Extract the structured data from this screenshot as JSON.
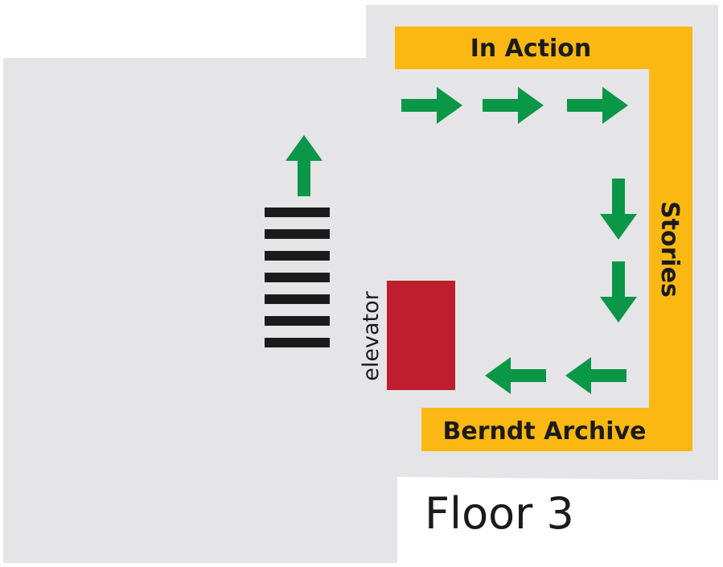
{
  "floor": {
    "title": "Floor 3"
  },
  "sections": {
    "in_action": "In Action",
    "stories": "Stories",
    "berndt_archive": "Berndt Archive"
  },
  "elevator": {
    "label": "elevator"
  },
  "colors": {
    "floor_area": "#e5e5e8",
    "section_band": "#fbb812",
    "route_arrow": "#0a9747",
    "elevator": "#be1e2d",
    "stairs": "#1b1b1b",
    "text": "#1b1b1b"
  },
  "icons": {
    "route": "arrow-icon",
    "stairs": "stairs-icon"
  }
}
